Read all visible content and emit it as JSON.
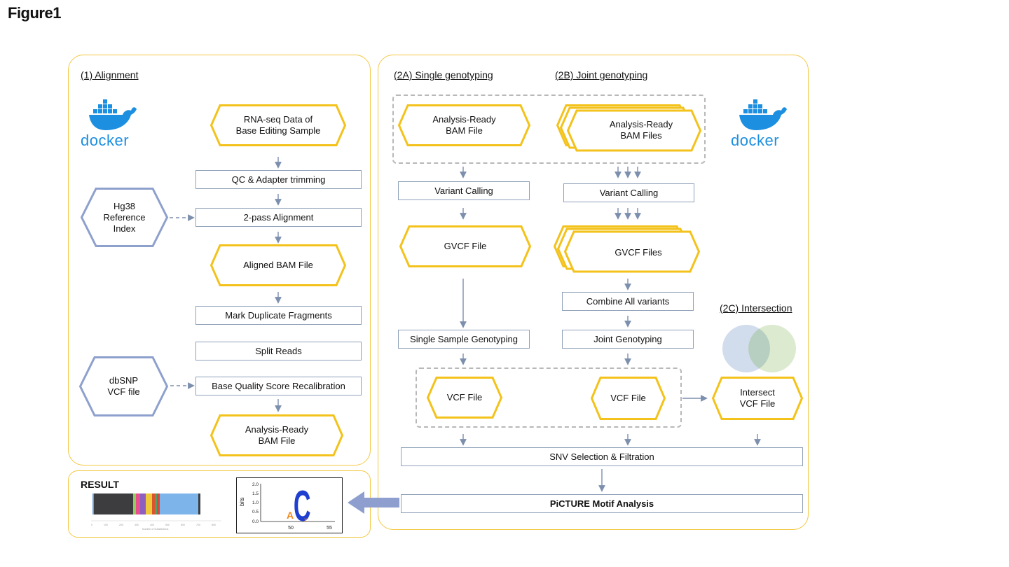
{
  "figure_title": "Figure1",
  "colors": {
    "panel_border": "#f3c843",
    "hex_yellow": "#f3c21b",
    "hex_blue": "#8ea0cc",
    "box_border": "#8ea0b8",
    "arrow": "#7c8fad",
    "docker_blue": "#1d8fe0"
  },
  "alignment": {
    "title": "(1) Alignment",
    "docker_label": "docker",
    "rna_seq": "RNA-seq Data of\nBase Editing Sample",
    "qc": "QC & Adapter trimming",
    "hg38": "Hg38\nReference\nIndex",
    "two_pass": "2-pass Alignment",
    "aligned_bam": "Aligned BAM File",
    "mark_dup": "Mark Duplicate Fragments",
    "split_reads": "Split Reads",
    "dbsnp": "dbSNP\nVCF file",
    "bqsr": "Base Quality Score Recalibration",
    "analysis_ready": "Analysis-Ready\nBAM File"
  },
  "genotyping": {
    "single_title": "(2A) Single genotyping",
    "joint_title": "(2B) Joint genotyping",
    "intersection_title": "(2C) Intersection",
    "docker_label": "docker",
    "single_bam": "Analysis-Ready\nBAM File",
    "joint_bam": "Analysis-Ready\nBAM Files",
    "variant_calling_single": "Variant Calling",
    "variant_calling_joint": "Variant Calling",
    "gvcf_single": "GVCF File",
    "gvcf_joint": "GVCF Files",
    "combine": "Combine All variants",
    "single_genotyping": "Single Sample Genotyping",
    "joint_genotyping": "Joint Genotyping",
    "vcf_single": "VCF File",
    "vcf_joint": "VCF File",
    "intersect_vcf": "Intersect\nVCF File",
    "snv": "SNV Selection & Filtration",
    "picture": "PiCTURE Motif Analysis"
  },
  "result": {
    "title": "RESULT",
    "stacked_bar_colors": [
      "#6aa0d8",
      "#3d3d40",
      "#8fcf5a",
      "#e94f8c",
      "#8f5fbf",
      "#f0c93a",
      "#d9552f",
      "#49a26a",
      "#e0453b",
      "#7db4ea",
      "#3d3d40"
    ],
    "stacked_bar_axis_label": "Number of Substitutions",
    "logo_ylabel": "bits",
    "logo_yticks": [
      "2.0",
      "1.5",
      "1.0",
      "0.5",
      "0.0"
    ],
    "logo_xticks": [
      "50",
      "55"
    ],
    "logo_letters": [
      "A",
      "C"
    ]
  }
}
